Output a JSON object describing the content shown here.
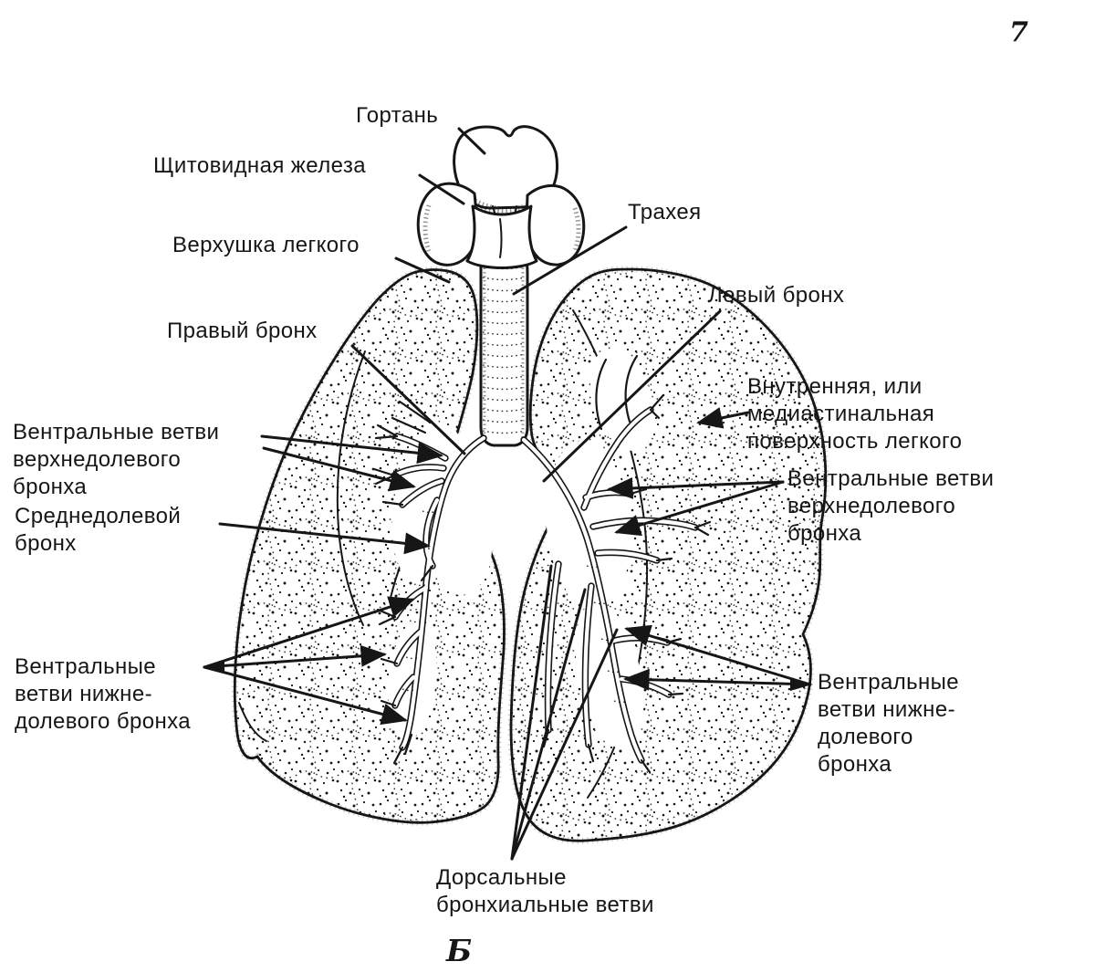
{
  "figure": {
    "page_mark": "7",
    "figure_label": "Б"
  },
  "labels": {
    "larynx": "Гортань",
    "thyroid": "Щитовидная железа",
    "lung_apex": "Верхушка легкого",
    "trachea": "Трахея",
    "right_bronchus": "Правый бронх",
    "left_bronchus": "Левый бронх",
    "mediastinal_surface": "Внутренняя, или\nмедиастинальная\nповерхность легкого",
    "ventral_upper_left": "Вентральные ветви\nверхнедолевого\nбронха",
    "middle_lobe_bronchus": "Среднедолевой\nбронх",
    "ventral_upper_right": "Вентральные ветви\nверхнедолевого\nбронха",
    "ventral_lower_left": "Вентральные\nветви нижне-\nдолевого бронха",
    "ventral_lower_right": "Вентральные\nветви нижне-\nдолевого\nбронха",
    "dorsal_branches": "Дорсальные\nбронхиальные ветви"
  },
  "colors": {
    "ink": "#161616",
    "paper": "#ffffff"
  }
}
